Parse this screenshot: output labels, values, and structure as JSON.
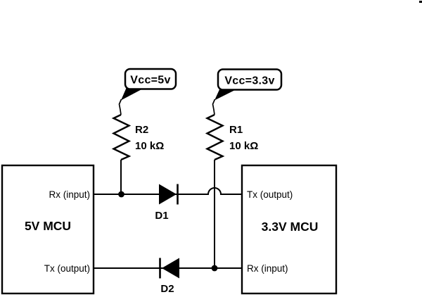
{
  "colors": {
    "background": "#ffffff",
    "ink": "#000000"
  },
  "schematic": {
    "left_mcu": {
      "title": "5V MCU",
      "pin_top": "Rx (input)",
      "pin_bottom": "Tx (output)"
    },
    "right_mcu": {
      "title": "3.3V MCU",
      "pin_top": "Tx (output)",
      "pin_bottom": "Rx (input)"
    },
    "callout_5v": {
      "text": "Vcc=5v"
    },
    "callout_3v3": {
      "text": "Vcc=3.3v"
    },
    "r2": {
      "ref": "R2",
      "value": "10 kΩ"
    },
    "r1": {
      "ref": "R1",
      "value": "10 kΩ"
    },
    "d1": {
      "ref": "D1"
    },
    "d2": {
      "ref": "D2"
    }
  }
}
